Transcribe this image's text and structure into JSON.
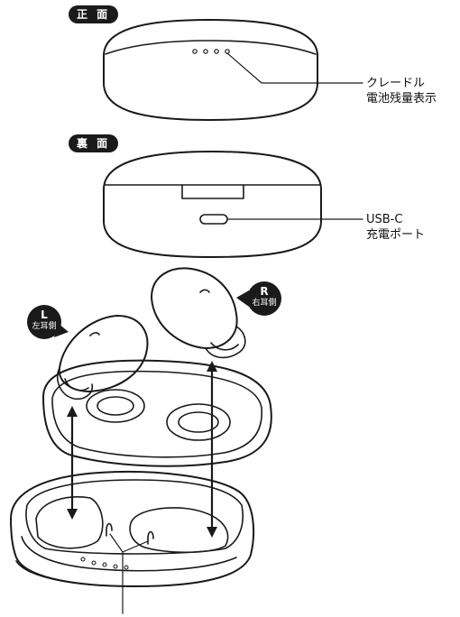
{
  "front_label": "正 面",
  "back_label": "裏 面",
  "cradle_callout_line1": "クレードル",
  "cradle_callout_line2": "電池残量表示",
  "usb_callout_line1": "USB-C",
  "usb_callout_line2": "充電ポート",
  "right_bubble_letter": "R",
  "right_bubble_text": "右耳側",
  "left_bubble_letter": "L",
  "left_bubble_text": "左耳側",
  "colors": {
    "line": "#1a1a1a",
    "badge": "#1a1a1a",
    "background": "#ffffff"
  }
}
